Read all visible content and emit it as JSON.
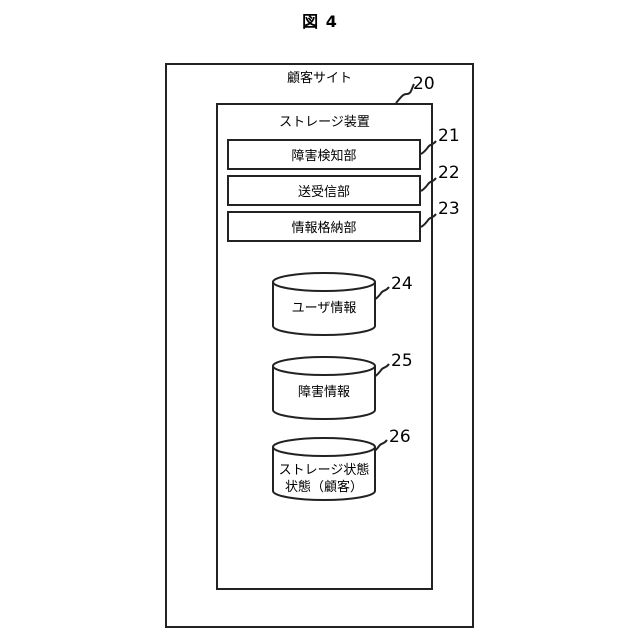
{
  "figure": {
    "title": "図 4"
  },
  "customer_site": {
    "label": "顧客サイト",
    "ref": "20"
  },
  "storage_device": {
    "label": "ストレージ装置"
  },
  "units": [
    {
      "label": "障害検知部",
      "ref": "21"
    },
    {
      "label": "送受信部",
      "ref": "22"
    },
    {
      "label": "情報格納部",
      "ref": "23"
    }
  ],
  "databases": [
    {
      "line1": "ユーザ情報",
      "line2": "",
      "ref": "24"
    },
    {
      "line1": "障害情報",
      "line2": "",
      "ref": "25"
    },
    {
      "line1": "ストレージ状態",
      "line2": "状態（顧客）",
      "ref": "26"
    }
  ]
}
